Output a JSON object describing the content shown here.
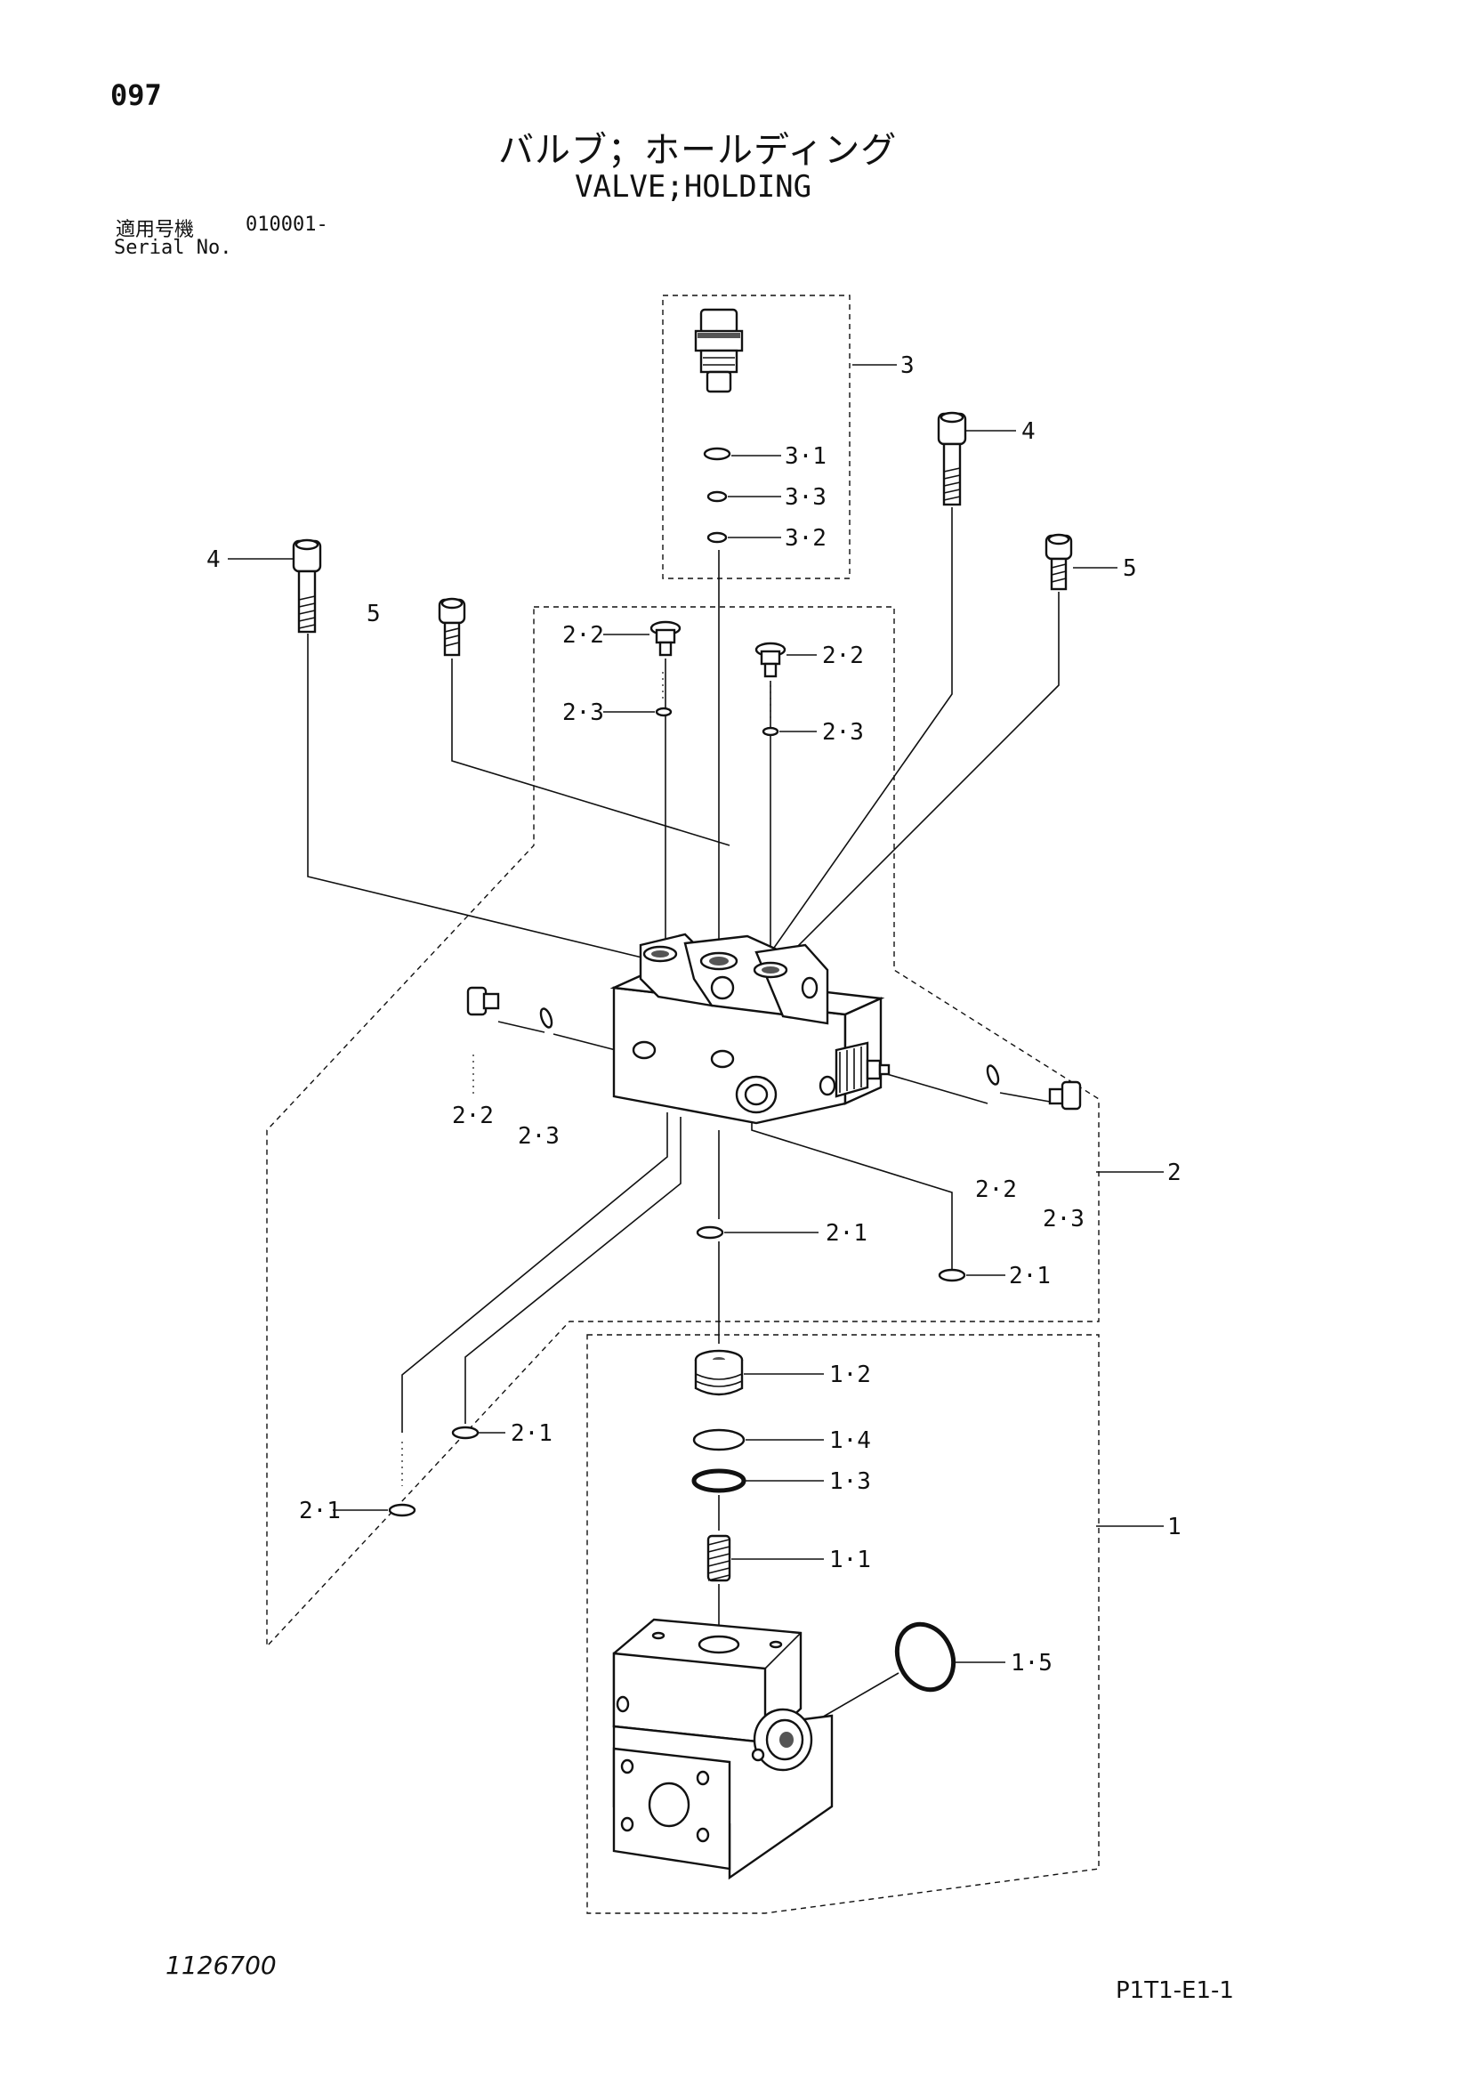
{
  "header": {
    "page_number": "097",
    "title_jp": "バルブ；ホールディング",
    "title_en": "VALVE;HOLDING",
    "serial_label_jp": "適用号機",
    "serial_value": "010001-",
    "serial_label_en": "Serial No."
  },
  "footer": {
    "drawing_number": "1126700",
    "sheet_code": "P1T1-E1-1"
  },
  "callouts": {
    "c3": "3",
    "c3_1": "3·1",
    "c3_3": "3·3",
    "c3_2": "3·2",
    "c4_right": "4",
    "c4_left": "4",
    "c5_right": "5",
    "c5_left": "5",
    "c2_2_a": "2·2",
    "c2_2_b": "2·2",
    "c2_2_c": "2·2",
    "c2_2_d": "2·2",
    "c2_3_a": "2·3",
    "c2_3_b": "2·3",
    "c2_3_c": "2·3",
    "c2_3_d": "2·3",
    "c2": "2",
    "c2_1_a": "2·1",
    "c2_1_b": "2·1",
    "c2_1_c": "2·1",
    "c2_1_d": "2·1",
    "c1_2": "1·2",
    "c1_4": "1·4",
    "c1_3": "1·3",
    "c1_1": "1·1",
    "c1": "1",
    "c1_5": "1·5"
  }
}
